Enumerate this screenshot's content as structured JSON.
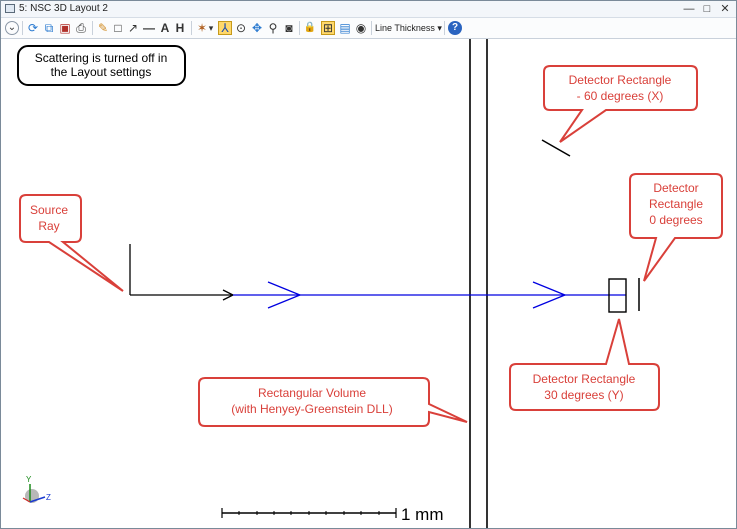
{
  "window": {
    "title": "5: NSC 3D Layout 2"
  },
  "title_controls": {
    "minimize": "—",
    "maximize": "□",
    "close": "✕"
  },
  "toolbar": {
    "line_thickness_label": "Line Thickness",
    "line_thickness_arrow": "▾"
  },
  "icons": {
    "menu": "⌄",
    "refresh": "⟳",
    "copy": "⧉",
    "save": "▣",
    "print": "⎙",
    "pencil": "✎",
    "rectangle": "□",
    "arrow": "↗",
    "line": "—",
    "text": "A",
    "dimension": "H",
    "rotate": "✶",
    "dropdown": "▾",
    "axes": "⅄",
    "camera": "⊙",
    "pan": "✥",
    "zoom": "⚲",
    "snapshot": "◙",
    "lock": "🔒",
    "fit": "⊞",
    "window": "▤",
    "settings": "◉",
    "help": "?"
  },
  "note": {
    "line1": "Scattering is turned off in",
    "line2": "the Layout settings"
  },
  "callouts": {
    "source": {
      "line1": "Source",
      "line2": "Ray"
    },
    "volume": {
      "line1": "Rectangular Volume",
      "line2": "(with Henyey-Greenstein DLL)"
    },
    "det60": {
      "line1": "Detector Rectangle",
      "line2": "- 60 degrees (X)"
    },
    "det0": {
      "line1": "Detector",
      "line2": "Rectangle",
      "line3": "0 degrees"
    },
    "det30": {
      "line1": "Detector Rectangle",
      "line2": "30 degrees (Y)"
    }
  },
  "scale_bar": {
    "label": "1 mm"
  },
  "axes_triad": {
    "y": "Y",
    "z": "Z"
  },
  "colors": {
    "callout_border": "#d9403a",
    "callout_fill": "#ffffff",
    "ray_blue": "#0000e0",
    "ray_black": "#000000"
  }
}
